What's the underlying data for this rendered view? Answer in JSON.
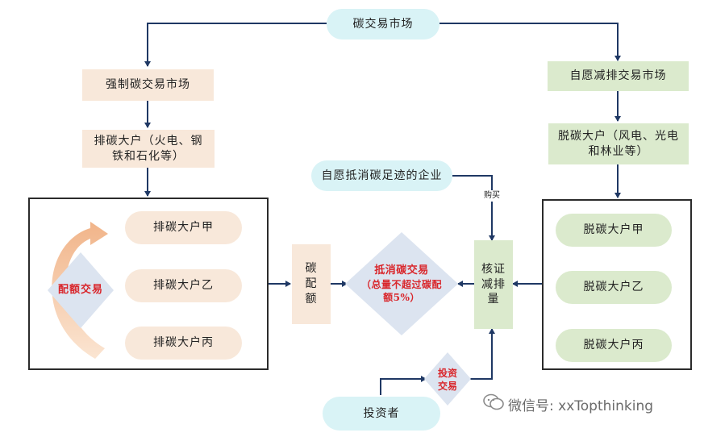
{
  "nodes": {
    "carbon_market": "碳交易市场",
    "mandatory_market": "强制碳交易市场",
    "voluntary_market": "自愿减排交易市场",
    "emitters": "排碳大户（火电、钢铁和石化等）",
    "reducers": "脱碳大户（风电、光电和林业等）",
    "emitter_a": "排碳大户甲",
    "emitter_b": "排碳大户乙",
    "emitter_c": "排碳大户丙",
    "reducer_a": "脱碳大户甲",
    "reducer_b": "脱碳大户乙",
    "reducer_c": "脱碳大户丙",
    "quota_trade": "配额交易",
    "quota": "碳配额",
    "offset_trade_title": "抵消碳交易",
    "offset_trade_limit": "（总量不超过碳配额5%）",
    "voluntary_firms": "自愿抵消碳足迹的企业",
    "purchase": "购买",
    "verified_reduction": "核证减排量",
    "investment_trade": "投资交易",
    "investors": "投资者"
  },
  "watermark": "微信号: xxTopthinking",
  "colors": {
    "cyan": "#d9f3f6",
    "peach": "#f8e8da",
    "green": "#dbeacd",
    "diamond": "#dce4f0",
    "arrow": "#1f3864",
    "highlight": "#d9262b"
  }
}
